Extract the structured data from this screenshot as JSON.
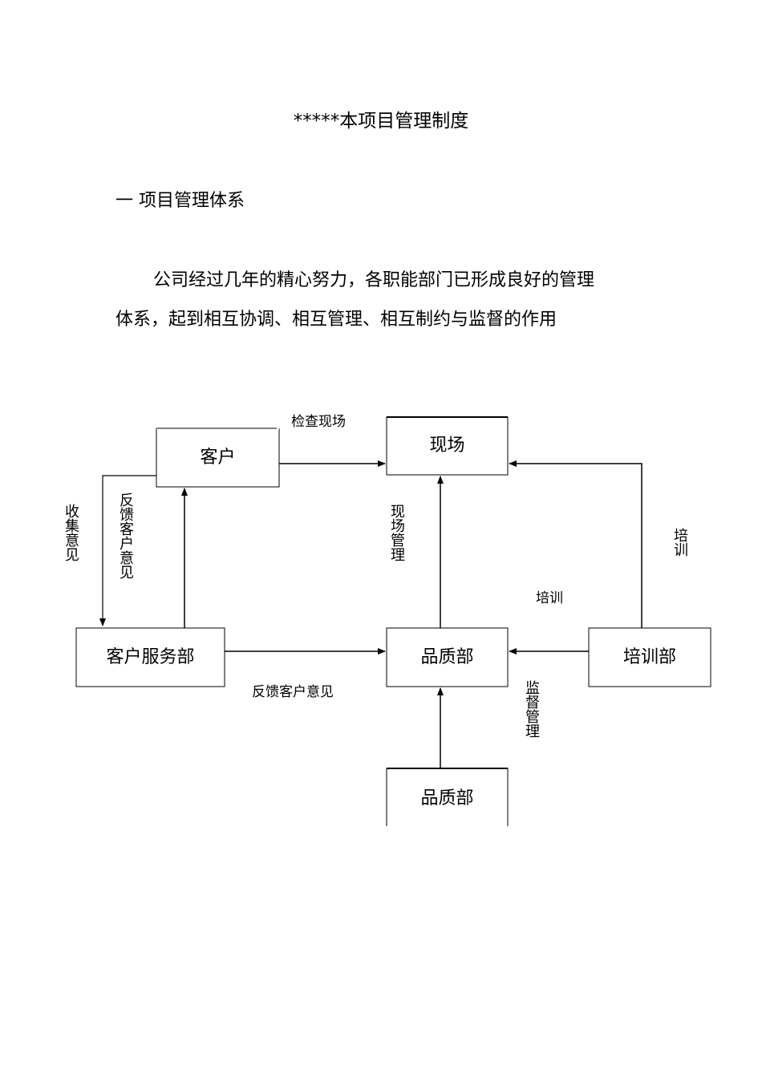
{
  "document": {
    "title": "*****本项目管理制度",
    "section_heading": "一  项目管理体系",
    "paragraph_line1": "公司经过几年的精心努力，各职能部门已形成良好的管理",
    "paragraph_line2": "体系，起到相互协调、相互管理、相互制约与监督的作用"
  },
  "diagram": {
    "nodes": {
      "customer": "客户",
      "site": "现场",
      "customer_service": "客户服务部",
      "quality": "品质部",
      "training": "培训部",
      "quality_bottom": "品质部"
    },
    "edge_labels": {
      "inspect_site": "检查现场",
      "collect_feedback": "收集意见",
      "feedback_customer": "反馈客户意见",
      "site_management": "现场管理",
      "training_right": "培训",
      "training_mid": "培训",
      "feedback_customer_bottom": "反馈客户意见",
      "supervision": "监督管理"
    }
  }
}
